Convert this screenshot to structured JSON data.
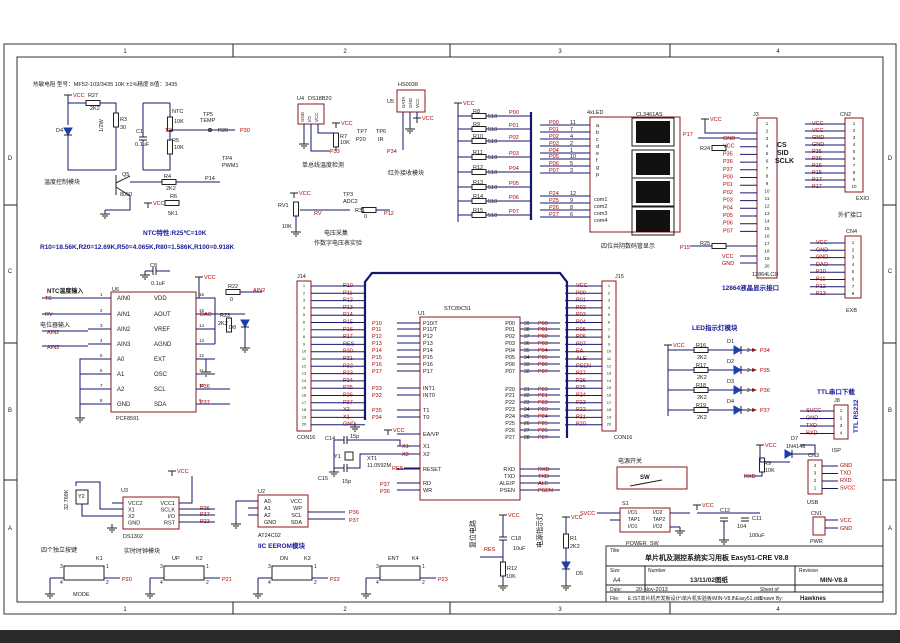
{
  "border": {
    "cols": [
      "1",
      "2",
      "3",
      "4"
    ],
    "rows": [
      "D",
      "C",
      "B",
      "A"
    ]
  },
  "temp": {
    "header": "热敏电阻 型号：MF52-103/3435 10K ±1%精度 B值：3435",
    "title": "温度控制模块",
    "labels": [
      "R27",
      "2K2",
      "R3",
      "30",
      "1/2W",
      "D4",
      "C1",
      "0.1uF",
      "NTC",
      "10K",
      "R5",
      "10K",
      "TP5",
      "TEMP",
      "R20",
      "P30",
      "TP4",
      "PWM1",
      "R4",
      "2K2",
      "P14",
      "R6",
      "5K1",
      "Q5",
      "8050",
      "VCC",
      "VCC",
      "VCC",
      "TE",
      "TE"
    ],
    "formula1": "NTC特性:R25℃=10K",
    "formula2": "R10=18.56K,R20=12.69K,R50=4.065K,R80=1.586K,R100=0.918K"
  },
  "ds18b20": {
    "title": "单总线温度检测",
    "labels": [
      "U4",
      "DS18B20",
      "GND",
      "I/O",
      "VCC",
      "R7",
      "10K",
      "VCC",
      "TP7",
      "P20",
      "P33"
    ]
  },
  "ir": {
    "title": "红外接收模块",
    "labels": [
      "HS0038",
      "U5",
      "DATA",
      "GND",
      "VCC",
      "TP6",
      "IR",
      "P34"
    ]
  },
  "adc": {
    "title1": "电压采集",
    "title2": "作数字电压表实验",
    "labels": [
      "VCC",
      "RV1",
      "10K",
      "RV",
      "TP3",
      "ADC2",
      "R31",
      "0",
      "P12"
    ]
  },
  "led4": {
    "title": "四位共阴数码管显示",
    "chip": "CL3461AS",
    "part": "4xLED",
    "segs": [
      "a",
      "b",
      "c",
      "d",
      "e",
      "f",
      "g",
      "p"
    ],
    "commons": [
      "com1",
      "com2",
      "com3",
      "com4"
    ],
    "resistors": [
      "R8",
      "R9",
      "R10",
      "R11",
      "R12",
      "R13",
      "R14",
      "R15"
    ],
    "res_value": "510",
    "ports_in": [
      "P00",
      "P01",
      "P02",
      "P03",
      "P04",
      "P05",
      "P06",
      "P07"
    ],
    "pins": [
      "P00",
      "P01",
      "P02",
      "P03",
      "P04",
      "P05",
      "P06",
      "P07",
      "P24",
      "P25",
      "P26",
      "P27"
    ],
    "pinnums": [
      "11",
      "7",
      "4",
      "2",
      "1",
      "10",
      "5",
      "3",
      "12",
      "9",
      "8",
      "6"
    ]
  },
  "lcd": {
    "title": "12864液晶显示接口",
    "part": "J3",
    "chip": "12864LCD",
    "side": [
      "CS",
      "SID",
      "SCLK"
    ],
    "labels": [
      "VCC",
      "R24",
      "0",
      "P17",
      "P35",
      "P36",
      "P37",
      "P00",
      "P01",
      "P02",
      "P03",
      "P04",
      "P05",
      "P06",
      "P07",
      "P15",
      "R25",
      "0",
      "VCC",
      "GND"
    ]
  },
  "exio": {
    "title": "外扩接口",
    "part": "CN2",
    "chip": "EXIO",
    "pins": [
      "VCC",
      "VCC",
      "GND",
      "GND",
      "P35",
      "P36",
      "P16",
      "P15",
      "P17",
      "P17"
    ]
  },
  "exb": {
    "part": "CN4",
    "chip": "EXB",
    "pins": [
      "VCC",
      "GND",
      "GND",
      "DAO",
      "P10",
      "P11",
      "P12",
      "P13"
    ]
  },
  "pcf": {
    "title": "NTC温度输入",
    "chip": "PCF8591",
    "part": "U6",
    "left_pins": [
      "AIN0",
      "AIN1",
      "AIN2",
      "AIN3",
      "A0",
      "A1",
      "A2",
      "GND"
    ],
    "right_pins": [
      "VDD",
      "AOUT",
      "VREF",
      "AGND",
      "EXT",
      "OSC",
      "SCL",
      "SDA"
    ],
    "labels": [
      "C8",
      "0.1uF",
      "R22",
      "0",
      "AIN2",
      "DAO",
      "R23",
      "2K2",
      "D8",
      "VCC",
      "TE",
      "RV",
      "AIN2",
      "AIN3",
      "P36",
      "P37",
      "电位器输入"
    ]
  },
  "mcu": {
    "chip": "STC89C51",
    "part": "U1",
    "left": [
      "P10/T",
      "P11/T",
      "P12",
      "P13",
      "P14",
      "P15",
      "P16",
      "P17",
      "INT1",
      "INT0",
      "T1",
      "T0",
      "EA/VP",
      "X1",
      "X2",
      "RESET",
      "RD",
      "WR"
    ],
    "right": [
      "P00",
      "P01",
      "P02",
      "P03",
      "P04",
      "P05",
      "P06",
      "P07",
      "P20",
      "P21",
      "P22",
      "P23",
      "P24",
      "P25",
      "P26",
      "P27",
      "RXD",
      "TXD",
      "ALE/P",
      "PSEN"
    ],
    "pins_right": [
      "39",
      "38",
      "37",
      "36",
      "35",
      "34",
      "33",
      "32",
      "21",
      "22",
      "23",
      "24",
      "25",
      "26",
      "27",
      "28"
    ],
    "left_nets": [
      "P10",
      "P11",
      "P12",
      "P13",
      "P14",
      "P15",
      "P16",
      "P17",
      "P33",
      "P32",
      "P35",
      "P34"
    ],
    "right_nets": [
      "P00",
      "P01",
      "P02",
      "P03",
      "P04",
      "P05",
      "P06",
      "P07",
      "P20",
      "P21",
      "P22",
      "P23",
      "P24",
      "P25",
      "P26",
      "P27",
      "RXD",
      "TXD",
      "ALE",
      "PSEN"
    ],
    "bottom_nets": [
      "P37",
      "P36",
      "RES",
      "VCC",
      "X1",
      "X2"
    ],
    "xtal": [
      "C14",
      "15p",
      "C15",
      "15p",
      "XT1",
      "11.0592M",
      "Y1"
    ]
  },
  "j14": {
    "part": "J14",
    "chip": "CON16",
    "pins": [
      "P10",
      "P11",
      "P12",
      "P13",
      "P14",
      "P15",
      "P16",
      "P17",
      "RES",
      "P30",
      "P31",
      "P32",
      "P33",
      "P34",
      "P35",
      "P36",
      "P37",
      "X2",
      "X1",
      "GND"
    ]
  },
  "j15": {
    "part": "J15",
    "chip": "CON16",
    "pins": [
      "VCC",
      "P00",
      "P01",
      "P02",
      "P03",
      "P04",
      "P05",
      "P06",
      "P07",
      "EA",
      "ALE",
      "PSEN",
      "P27",
      "P26",
      "P25",
      "P24",
      "P23",
      "P22",
      "P21",
      "P20"
    ]
  },
  "leds": {
    "title": "LED指示灯模块",
    "items": [
      {
        "r": "R16",
        "v": "2K2",
        "d": "D1",
        "p": "P34"
      },
      {
        "r": "R17",
        "v": "2K2",
        "d": "D2",
        "p": "P35"
      },
      {
        "r": "R18",
        "v": "2K2",
        "d": "D3",
        "p": "P36"
      },
      {
        "r": "R19",
        "v": "2K2",
        "d": "D4",
        "p": "P37"
      }
    ],
    "vcc": "VCC"
  },
  "ttl": {
    "title": "TTL串口下载",
    "side": "TTL RS232",
    "part": "J8",
    "pins": [
      "SVCC",
      "GND",
      "TXD",
      "RXD"
    ],
    "isp": "ISP"
  },
  "usb": {
    "part": "CN3",
    "chip": "USB",
    "labels": [
      "VCC",
      "R9",
      "10K",
      "D7",
      "1N4148",
      "RXD",
      "GND",
      "TXD",
      "RXD",
      "SVCC"
    ]
  },
  "power": {
    "title": "电源开关",
    "chip": "SW",
    "part": "S1",
    "sw": "POWER_SW",
    "pins": [
      "I/O1",
      "TAP1",
      "I/O1",
      "I/O2",
      "TAP2",
      "I/O2"
    ],
    "labels": [
      "SVCC",
      "VCC",
      "C12",
      "104",
      "C11",
      "100uF",
      "CN1",
      "PWR",
      "VCC",
      "GND"
    ]
  },
  "rtc": {
    "title": "实时时钟模块",
    "chip": "DS1302",
    "part": "U3",
    "left": [
      "VCC2",
      "X1",
      "X2",
      "GND"
    ],
    "right": [
      "VCC1",
      "SCLK",
      "I/O",
      "RST"
    ],
    "nets": [
      "P36",
      "P37",
      "P23",
      "VCC",
      "Y2",
      "32.768K"
    ]
  },
  "eeprom": {
    "title": "IIC EEROM模块",
    "chip": "AT24C02",
    "part": "U2",
    "left": [
      "A0",
      "A1",
      "A2",
      "GND"
    ],
    "right": [
      "VCC",
      "WP",
      "SCL",
      "SDA"
    ],
    "nets": [
      "P36",
      "P37"
    ]
  },
  "keys": {
    "title": "四个独立按键",
    "items": [
      {
        "k": "K1",
        "name": "MODE",
        "p": "P20"
      },
      {
        "k": "K2",
        "name": "UP",
        "p": "P21"
      },
      {
        "k": "K3",
        "name": "DN",
        "p": "P22"
      },
      {
        "k": "K4",
        "name": "ENT",
        "p": "P23"
      }
    ]
  },
  "reset": {
    "title": "复位电路",
    "labels": [
      "VCC",
      "C18",
      "10uF",
      "RES",
      "R12",
      "10K"
    ]
  },
  "pled": {
    "title": "电源指示灯",
    "labels": [
      "VCC",
      "R1",
      "2K2",
      "D5"
    ]
  },
  "titleblock": {
    "title_label": "Title",
    "title": "单片机及测控系统实习用板 Easy51-CRE  V8.8",
    "size_label": "Size",
    "size": "A4",
    "number_label": "Number",
    "number": "13/11/02图纸",
    "revision_label": "Revision",
    "revision": "MIN-V8.8",
    "date_label": "Date:",
    "date": "20-Nov-2013",
    "sheet": "Sheet   of",
    "file_label": "File:",
    "file": "E:\\ST单片机开发板设计\\单片机实验板\\MIN-V8.8\\Easy51.ddb",
    "drawn": "Drawn By:",
    "drawn_by": "Hawknes"
  }
}
